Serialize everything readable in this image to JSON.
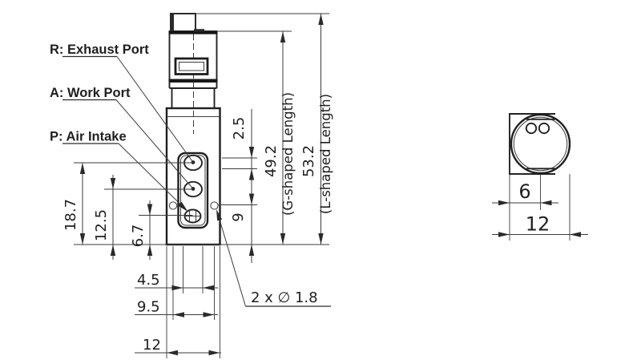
{
  "colors": {
    "background": "#ffffff",
    "line": "#3b3b3b",
    "outline": "#1f1f1f",
    "text": "#1f1f1f"
  },
  "front_view": {
    "port_labels": {
      "r": "R: Exhaust Port",
      "a": "A: Work Port",
      "p": "P: Air Intake"
    },
    "dims": {
      "exhaust_offset": "2.5",
      "g_length": "49.2",
      "g_note": "(G-shaped Length)",
      "l_length": "53.2",
      "l_note": "(L-shaped Length)",
      "r_port_height": "18.7",
      "a_port_height": "12.5",
      "p_port_height": "6.7",
      "hole_height": "9",
      "port_pitch": "4.5",
      "hole_pitch": "9.5",
      "body_width": "12",
      "holes_note": "2 x ∅ 1.8"
    }
  },
  "side_view": {
    "dims": {
      "center_offset": "6",
      "width": "12"
    }
  }
}
